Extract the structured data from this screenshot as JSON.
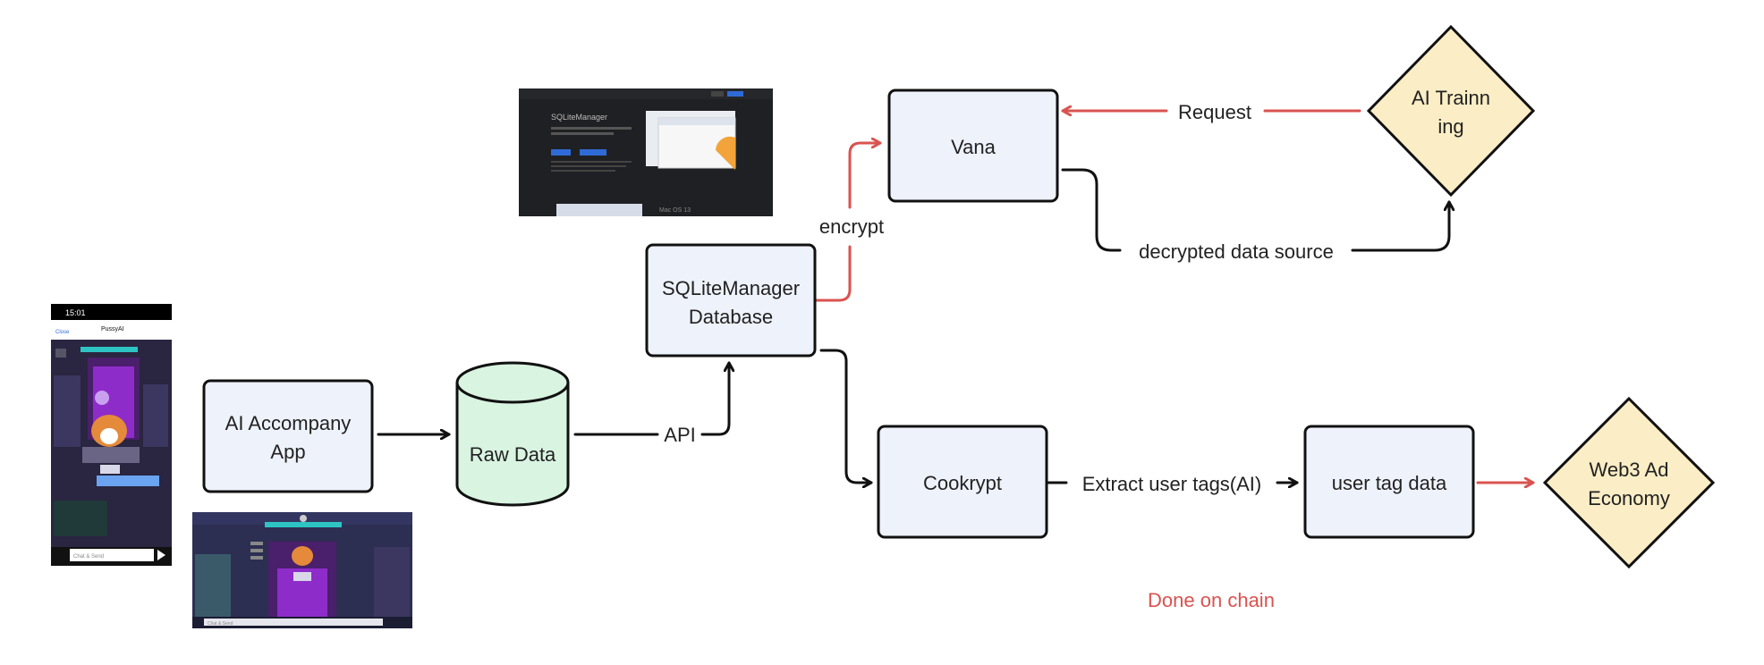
{
  "nodes": {
    "ai_app": [
      "AI Accompany",
      "App"
    ],
    "raw_data": "Raw Data",
    "sqlite": [
      "SQLiteManager",
      "Database"
    ],
    "vana": "Vana",
    "ai_training": [
      "AI Trainn",
      "ing"
    ],
    "cookrypt": "Cookrypt",
    "user_tag": "user tag data",
    "web3": [
      "Web3 Ad",
      "Economy"
    ]
  },
  "edges": {
    "api": "API",
    "encrypt": "encrypt",
    "request": "Request",
    "decrypted": "decrypted data source",
    "extract": "Extract user tags(AI)"
  },
  "annotations": {
    "done_on_chain": "Done on chain"
  },
  "thumbnails": {
    "sqlite_site": {
      "title": "SQLiteManager",
      "footer": "Mac OS 13"
    },
    "phone": {
      "time": "15:01",
      "app_name": "PussyAI",
      "back": "Close",
      "input_placeholder": "Chat & Send"
    },
    "tablet": {
      "input_placeholder": "Chat & Send"
    }
  },
  "colors": {
    "box_fill": "#eef2fb",
    "diamond_fill": "#fbedc5",
    "cylinder_fill": "#d9f4e1",
    "red_accent": "#d9534f",
    "stroke": "#111111"
  }
}
